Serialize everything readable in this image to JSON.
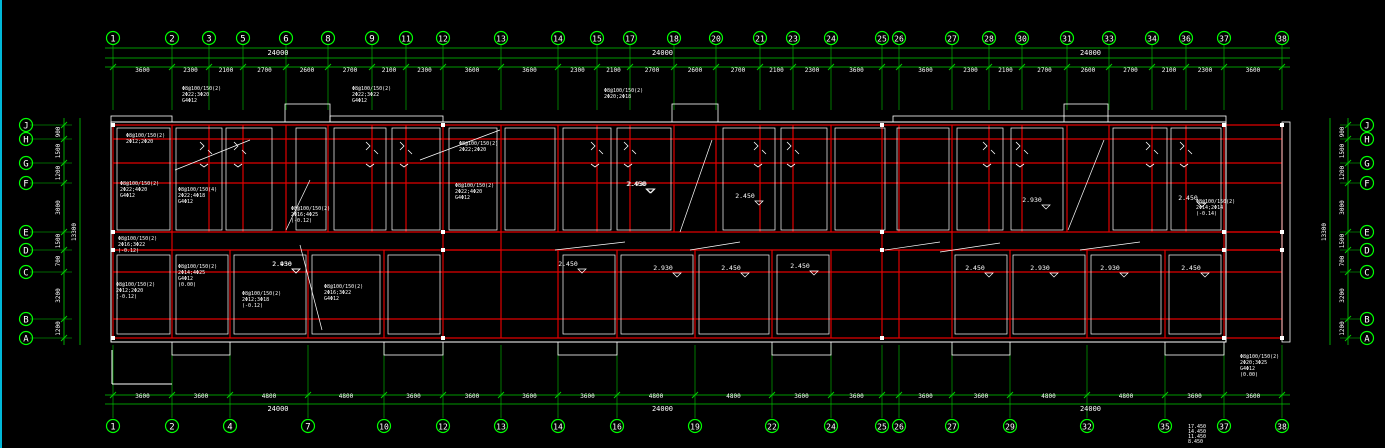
{
  "drawing": {
    "colors": {
      "background": "#000000",
      "wall": "#e00000",
      "outline": "#ffffff",
      "dimension": "#00cc00",
      "axis_circle": "#00ff00",
      "axis_text": "#ffffff",
      "dim_text": "#ffffff",
      "edge": "#00b8d8"
    },
    "top_axes": [
      "1",
      "2",
      "3",
      "5",
      "6",
      "8",
      "9",
      "11",
      "12",
      "13",
      "14",
      "15",
      "17",
      "18",
      "20",
      "21",
      "23",
      "24",
      "25",
      "26",
      "27",
      "28",
      "30",
      "31",
      "33",
      "34",
      "36",
      "37",
      "38"
    ],
    "bottom_axes": [
      "1",
      "2",
      "4",
      "7",
      "10",
      "12",
      "13",
      "14",
      "16",
      "19",
      "22",
      "24",
      "25",
      "26",
      "27",
      "29",
      "32",
      "35",
      "37",
      "38"
    ],
    "left_axes": [
      "J",
      "H",
      "G",
      "F",
      "E",
      "D",
      "C",
      "B",
      "A"
    ],
    "right_axes": [
      "J",
      "H",
      "G",
      "F",
      "E",
      "D",
      "C",
      "B",
      "A"
    ],
    "top_totals": [
      "24000",
      "24000",
      "24000"
    ],
    "top_dims": [
      "3600",
      "2300",
      "2100",
      "2700",
      "2600",
      "2700",
      "2100",
      "2300",
      "3600",
      "3600",
      "2300",
      "2100",
      "2700",
      "2600",
      "2700",
      "2100",
      "2300",
      "3600",
      "3600",
      "2300",
      "2100",
      "2700",
      "2600",
      "2700",
      "2100",
      "2300",
      "3600"
    ],
    "bottom_dims": [
      "3600",
      "3600",
      "4800",
      "4800",
      "3600",
      "3600",
      "3600",
      "3600",
      "4800",
      "4800",
      "3600",
      "3600",
      "3600",
      "3600",
      "4800",
      "4800",
      "3600",
      "3600"
    ],
    "bottom_totals": [
      "24000",
      "24000",
      "24000"
    ],
    "left_dims": [
      "900",
      "1500",
      "1200",
      "3000",
      "1500",
      "700",
      "3200",
      "1200"
    ],
    "left_total": "13300",
    "right_dims": [
      "900",
      "1500",
      "1200",
      "3000",
      "1500",
      "700",
      "3200",
      "1200"
    ],
    "right_total": "13300",
    "level_marks": [
      "2.450",
      "2.930",
      "2.450",
      "2.930",
      "2.450",
      "2.450",
      "2.930",
      "2.450",
      "2.450",
      "2.450",
      "2.930",
      "2.930",
      "2.450",
      "2.930",
      "2.450"
    ],
    "slab_notes": [
      [
        "Φ8@100/150(2)",
        "2Φ22;3Φ20",
        "G4Φ12"
      ],
      [
        "Φ8@100/150(2)",
        "2Φ12;2Φ20"
      ],
      [
        "Φ8@100/150(2)",
        "2Φ22;4Φ20",
        "G4Φ12"
      ],
      [
        "Φ8@100/150(4)",
        "2Φ22;4Φ18",
        "G4Φ12"
      ],
      [
        "Φ8@100/150(2)",
        "2Φ16;4Φ25",
        "(-0.12)"
      ],
      [
        "Φ8@100/150(2)",
        "2Φ22;3Φ22",
        "G4Φ12"
      ],
      [
        "Φ8@100/150(2)",
        "2Φ22;4Φ20",
        "G4Φ12"
      ],
      [
        "Φ8@100/150(2)",
        "2Φ22;2Φ20"
      ],
      [
        "Φ8@100/150(2)",
        "2Φ20;2Φ18"
      ],
      [
        "Φ8@100/150(2)",
        "2Φ16;3Φ22",
        "(-0.12)"
      ],
      [
        "Φ8@100/150(2)",
        "2Φ14;4Φ25",
        "G4Φ12",
        "(0.00)"
      ],
      [
        "Φ8@100/150(2)",
        "2Φ12;3Φ18",
        "(-0.12)"
      ],
      [
        "Φ8@100/150(2)",
        "2Φ12;2Φ20",
        "(-0.12)"
      ],
      [
        "Φ8@100/150(2)",
        "2Φ16;3Φ22",
        "G4Φ12"
      ],
      [
        "Φ8@100/150(2)",
        "2Φ14;2Φ14",
        "(-0.14)"
      ],
      [
        "Φ8@100/150(2)",
        "2Φ20;3Φ25",
        "G4Φ12",
        "(0.00)"
      ]
    ],
    "title_block": [
      "17.450",
      "14.450",
      "11.450",
      "8.450"
    ]
  }
}
